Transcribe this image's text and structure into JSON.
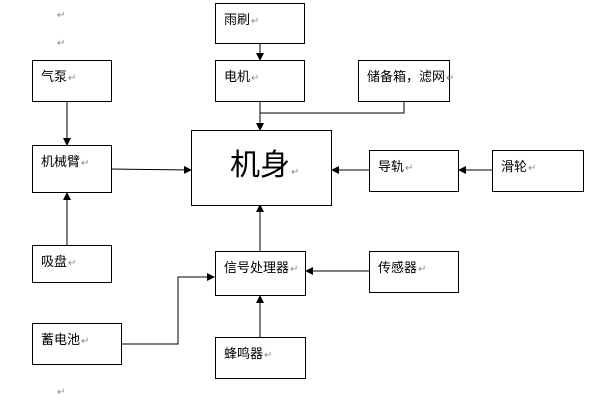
{
  "nodes": {
    "wiper": "雨刷",
    "motor": "电机",
    "storage": "储备箱，滤网",
    "air_pump": "气泵",
    "arm": "机械臂",
    "body": "机身",
    "rail": "导轨",
    "pulley": "滑轮",
    "sucker": "吸盘",
    "processor": "信号处理器",
    "sensor": "传感器",
    "battery": "蓄电池",
    "buzzer": "蜂鸣器"
  },
  "paragraph_mark": "↵",
  "edges": [
    [
      "wiper",
      "motor"
    ],
    [
      "storage",
      "body"
    ],
    [
      "motor",
      "body"
    ],
    [
      "air_pump",
      "arm"
    ],
    [
      "arm",
      "body"
    ],
    [
      "rail",
      "body"
    ],
    [
      "pulley",
      "rail"
    ],
    [
      "sucker",
      "arm"
    ],
    [
      "processor",
      "body"
    ],
    [
      "sensor",
      "processor"
    ],
    [
      "battery",
      "processor"
    ],
    [
      "buzzer",
      "processor"
    ]
  ]
}
